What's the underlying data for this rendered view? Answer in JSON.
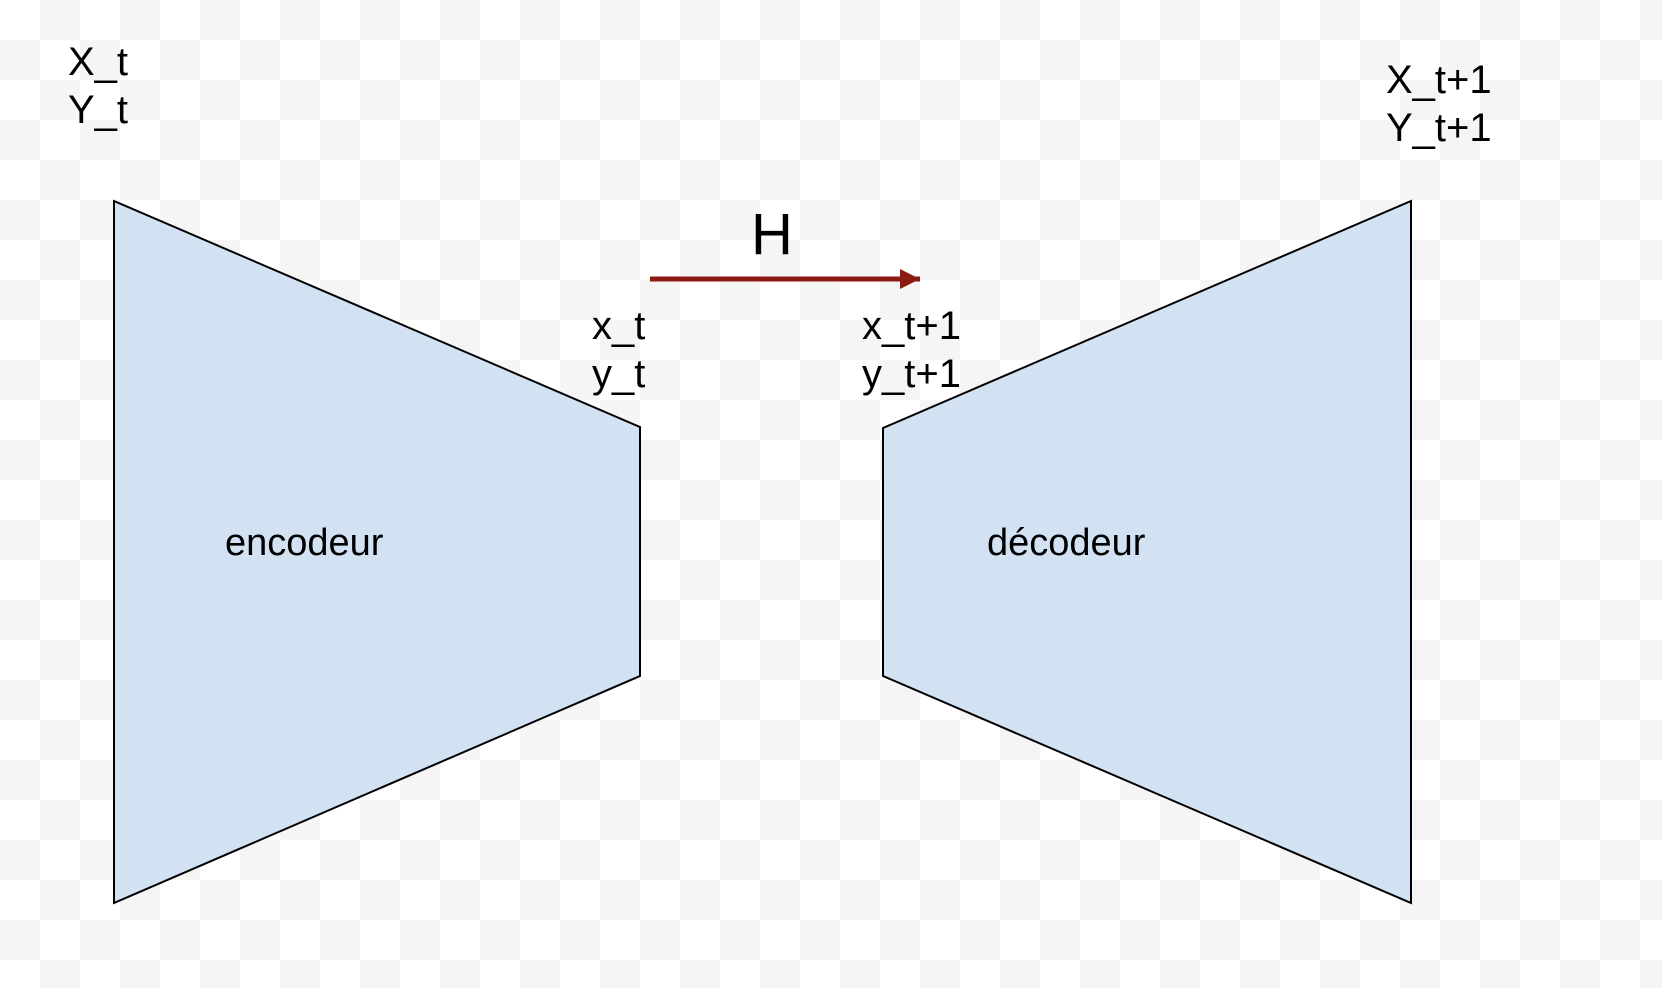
{
  "nodes": {
    "encoder": {
      "label": "encodeur",
      "fill": "#d3e2f2",
      "stroke": "#000000"
    },
    "decoder": {
      "label": "décodeur",
      "fill": "#d3e2f2",
      "stroke": "#000000"
    }
  },
  "labels": {
    "input": {
      "line1": "X_t",
      "line2": "Y_t"
    },
    "latent_t": {
      "line1": "x_t",
      "line2": "y_t"
    },
    "latent_t1": {
      "line1": "x_t+1",
      "line2": "y_t+1"
    },
    "output": {
      "line1": "X_t+1",
      "line2": "Y_t+1"
    }
  },
  "edges": {
    "transition": {
      "label": "H",
      "color": "#8b1a12"
    }
  }
}
